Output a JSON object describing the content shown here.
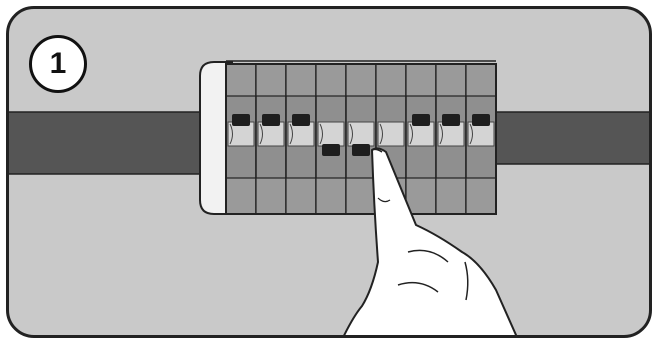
{
  "step": {
    "number": "1"
  },
  "breakers": {
    "count": 9,
    "toggles_up": [
      1,
      2,
      3,
      7,
      8,
      9
    ],
    "toggles_down": [
      4,
      5
    ]
  },
  "colors": {
    "background": "#c9c9c9",
    "cable": "#555555",
    "breaker_body": "#8f8f8f",
    "frame": "#f2f2f2",
    "toggle": "#1e1e1e",
    "hand": "#ffffff",
    "outline": "#222222"
  },
  "icons": {
    "hand": "pointing-hand-icon"
  }
}
